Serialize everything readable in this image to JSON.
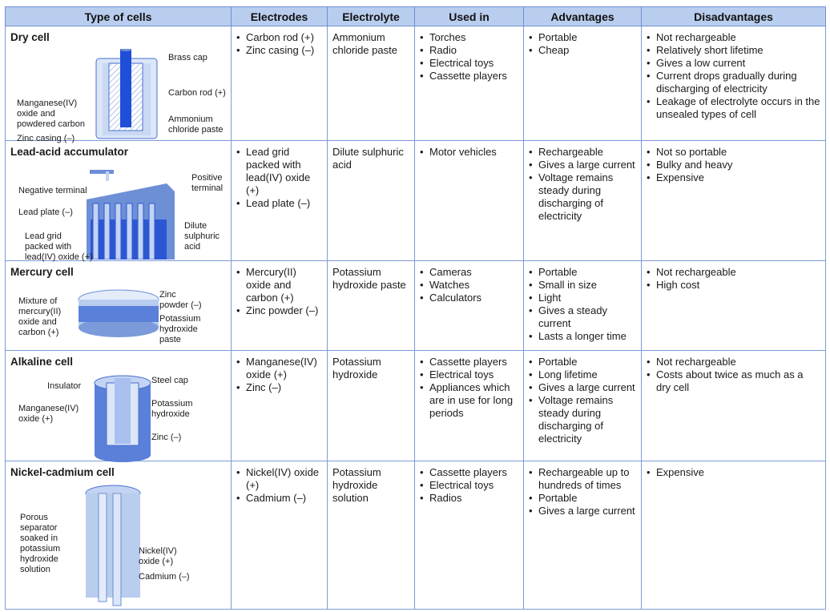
{
  "headers": [
    "Type of cells",
    "Electrodes",
    "Electrolyte",
    "Used in",
    "Advantages",
    "Disadvantages"
  ],
  "rows": [
    {
      "type": "Dry cell",
      "labels": [
        "Brass cap",
        "Carbon rod (+)",
        "Manganese(IV)\noxide and\npowdered carbon",
        "Ammonium\nchloride paste",
        "Zinc casing (–)"
      ],
      "electrodes": [
        "Carbon rod (+)",
        "Zinc casing (–)"
      ],
      "electrolyte": "Ammonium chloride paste",
      "used_in": [
        "Torches",
        "Radio",
        "Electrical toys",
        "Cassette players"
      ],
      "advantages": [
        "Portable",
        "Cheap"
      ],
      "disadvantages": [
        "Not rechargeable",
        "Relatively short lifetime",
        "Gives a low current",
        "Current drops gradually during discharging of electricity",
        "Leakage of electrolyte occurs in the unsealed types of cell"
      ]
    },
    {
      "type": "Lead-acid accumulator",
      "labels": [
        "Positive\nterminal",
        "Negative terminal",
        "Lead plate (–)",
        "Lead grid\npacked with\nlead(IV) oxide (+)",
        "Dilute\nsulphuric\nacid"
      ],
      "electrodes": [
        "Lead grid packed with lead(IV) oxide (+)",
        "Lead plate (–)"
      ],
      "electrolyte": "Dilute sulphuric acid",
      "used_in": [
        "Motor vehicles"
      ],
      "advantages": [
        "Rechargeable",
        "Gives a large current",
        "Voltage remains steady during discharging of electricity"
      ],
      "disadvantages": [
        "Not so portable",
        "Bulky and heavy",
        "Expensive"
      ]
    },
    {
      "type": "Mercury cell",
      "labels": [
        "Zinc\npowder (–)",
        "Mixture of\nmercury(II)\noxide and\ncarbon (+)",
        "Potassium\nhydroxide\npaste"
      ],
      "electrodes": [
        "Mercury(II) oxide and carbon (+)",
        "Zinc powder (–)"
      ],
      "electrolyte": "Potassium hydroxide paste",
      "used_in": [
        "Cameras",
        "Watches",
        "Calculators"
      ],
      "advantages": [
        "Portable",
        "Small in size",
        "Light",
        "Gives a steady current",
        "Lasts a longer time"
      ],
      "disadvantages": [
        "Not rechargeable",
        "High cost"
      ]
    },
    {
      "type": "Alkaline cell",
      "labels": [
        "Insulator",
        "Steel cap",
        "Manganese(IV)\noxide (+)",
        "Potassium\nhydroxide",
        "Zinc (–)"
      ],
      "electrodes": [
        "Manganese(IV) oxide (+)",
        "Zinc (–)"
      ],
      "electrolyte": "Potassium hydroxide",
      "used_in": [
        "Cassette players",
        "Electrical toys",
        "Appliances which are in use for long periods"
      ],
      "advantages": [
        "Portable",
        "Long lifetime",
        "Gives a large current",
        "Voltage remains steady during discharging of electricity"
      ],
      "disadvantages": [
        "Not rechargeable",
        "Costs about twice as much as a dry cell"
      ]
    },
    {
      "type": "Nickel-cadmium cell",
      "labels": [
        "Porous\nseparator\nsoaked in\npotassium\nhydroxide\nsolution",
        "Nickel(IV)\noxide (+)",
        "Cadmium (–)"
      ],
      "electrodes": [
        "Nickel(IV) oxide (+)",
        "Cadmium (–)"
      ],
      "electrolyte": "Potassium hydroxide solution",
      "used_in": [
        "Cassette players",
        "Electrical toys",
        "Radios"
      ],
      "advantages": [
        "Rechargeable up to hundreds of times",
        "Portable",
        "Gives a large current"
      ],
      "disadvantages": [
        "Expensive"
      ]
    }
  ]
}
